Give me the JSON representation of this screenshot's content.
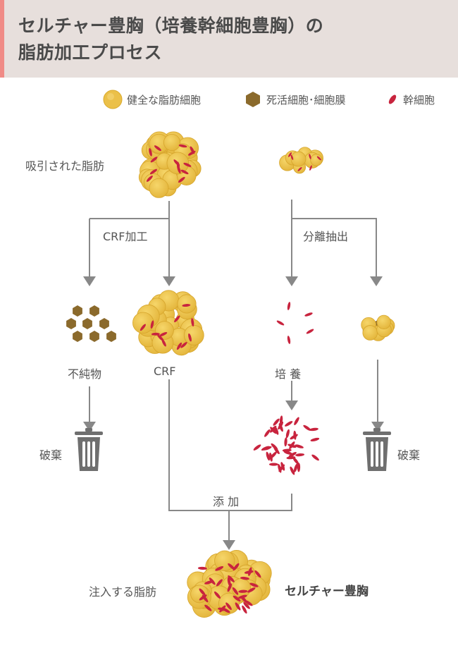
{
  "title": {
    "line1": "セルチャー豊胸（培養幹細胞豊胸）の",
    "line2": "脂肪加工プロセス"
  },
  "legend": {
    "healthy_fat": "健全な脂肪細胞",
    "dead_cells": "死活細胞･細胞膜",
    "stem_cells": "幹細胞"
  },
  "labels": {
    "harvested_fat": "吸引された脂肪",
    "crf_processing": "CRF加工",
    "separation": "分離抽出",
    "impurities": "不純物",
    "crf": "CRF",
    "culture": "培 養",
    "discard_left": "破棄",
    "discard_right": "破棄",
    "addition": "添 加",
    "injected_fat": "注入する脂肪",
    "cellure": "セルチャー豊胸"
  },
  "colors": {
    "header_bg": "#e7dfdc",
    "accent_bar": "#f08b86",
    "fat": "#ebc049",
    "dead_cell": "#8b6a2c",
    "stem_cell": "#c8243e",
    "arrow": "#888888",
    "trash": "#6f6f6f"
  },
  "icons": [
    "fat-cell-icon",
    "dead-cell-icon",
    "stem-cell-icon",
    "trash-icon",
    "arrow-icon"
  ]
}
